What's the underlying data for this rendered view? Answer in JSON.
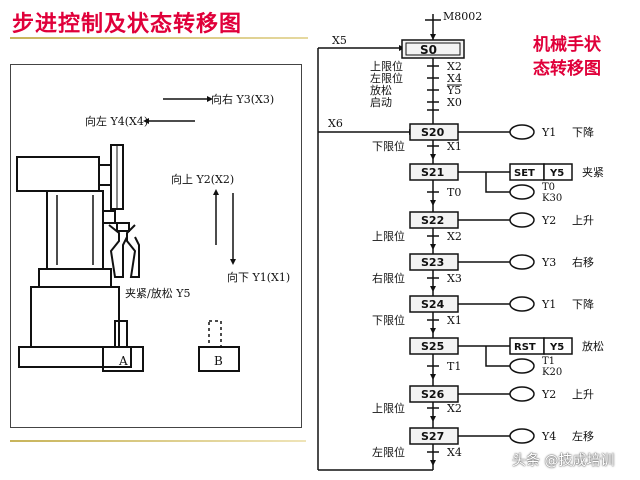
{
  "title": "步进控制及状态转移图",
  "side_title": [
    "机械手状",
    "态转移图"
  ],
  "machine": {
    "labels": {
      "left": "向左 Y4(X4)",
      "right": "向右 Y3(X3)",
      "up": "向上 Y2(X2)",
      "down": "向下 Y1(X1)",
      "clamp": "夹紧/放松 Y5",
      "station_a": "A",
      "station_b": "B"
    }
  },
  "sfc": {
    "init_signal": "M8002",
    "x5": "X5",
    "x6": "X6",
    "init_conditions": [
      {
        "text": "上限位",
        "sig": "X2"
      },
      {
        "text": "左限位",
        "sig": "X4"
      },
      {
        "text": "放松",
        "sig": "Y5"
      },
      {
        "text": "启动",
        "sig": "X0"
      }
    ],
    "steps": [
      {
        "id": "S0"
      },
      {
        "id": "S20",
        "output": "Y1",
        "action": "下降"
      },
      {
        "id": "S21",
        "set": "SET",
        "y": "Y5",
        "action": "夹紧",
        "timer": "T0",
        "k": "K30"
      },
      {
        "id": "S22",
        "output": "Y2",
        "action": "上升"
      },
      {
        "id": "S23",
        "output": "Y3",
        "action": "右移"
      },
      {
        "id": "S24",
        "output": "Y1",
        "action": "下降"
      },
      {
        "id": "S25",
        "set": "RST",
        "y": "Y5",
        "action": "放松",
        "timer": "T1",
        "k": "K20"
      },
      {
        "id": "S26",
        "output": "Y2",
        "action": "上升"
      },
      {
        "id": "S27",
        "output": "Y4",
        "action": "左移"
      }
    ],
    "transitions": [
      {
        "text": "下限位",
        "sig": "X1"
      },
      {
        "text": "",
        "sig": "T0"
      },
      {
        "text": "上限位",
        "sig": "X2"
      },
      {
        "text": "右限位",
        "sig": "X3"
      },
      {
        "text": "下限位",
        "sig": "X1"
      },
      {
        "text": "",
        "sig": "T1"
      },
      {
        "text": "上限位",
        "sig": "X2"
      },
      {
        "text": "左限位",
        "sig": "X4"
      }
    ]
  },
  "watermark": "头条 @技成培训"
}
